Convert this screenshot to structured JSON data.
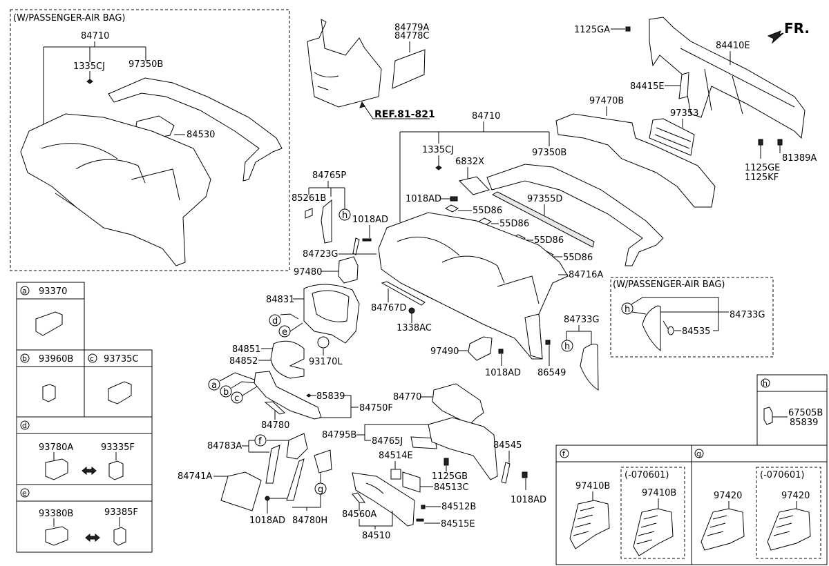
{
  "title": "Crash Pad / Instrument Panel Parts Diagram",
  "orientation_label": "FR.",
  "reference_label": "REF.81-821",
  "groups": {
    "passenger_airbag_top": {
      "caption": "(W/PASSENGER-AIR BAG)",
      "labels": [
        "84710",
        "1335CJ",
        "97350B",
        "84530"
      ]
    },
    "passenger_airbag_right": {
      "caption": "(W/PASSENGER-AIR BAG)",
      "labels": [
        "84733G",
        "84535"
      ],
      "callout": "h"
    }
  },
  "labels": {
    "l84779A": "84779A",
    "l84778C": "84778C",
    "l84710": "84710",
    "l1335CJ": "1335CJ",
    "l97350B": "97350B",
    "l6832X": "6832X",
    "l1018AD_a": "1018AD",
    "l55D86_1": "55D86",
    "l55D86_2": "55D86",
    "l55D86_3": "55D86",
    "l55D86_4": "55D86",
    "l97355D": "97355D",
    "l84716A": "84716A",
    "l84765P": "84765P",
    "l85261B": "85261B",
    "l1018AD_b": "1018AD",
    "l84723G": "84723G",
    "l97480": "97480",
    "l84767D": "84767D",
    "l1338AC": "1338AC",
    "l84831": "84831",
    "l93170L": "93170L",
    "l84851": "84851",
    "l84852": "84852",
    "l85839": "85839",
    "l84750F": "84750F",
    "l84780": "84780",
    "l84783A": "84783A",
    "l84741A": "84741A",
    "l1018AD_c": "1018AD",
    "l84780H": "84780H",
    "l84770": "84770",
    "l84795B": "84795B",
    "l84765J": "84765J",
    "l84545": "84545",
    "l84514E": "84514E",
    "l1125GB": "1125GB",
    "l84513C": "84513C",
    "l84512B": "84512B",
    "l84560A": "84560A",
    "l84515E": "84515E",
    "l84510": "84510",
    "l1018AD_d": "1018AD",
    "l97490": "97490",
    "l1018AD_e": "1018AD",
    "l86549": "86549",
    "l84733G": "84733G",
    "l1125GA": "1125GA",
    "l84410E": "84410E",
    "l84415E": "84415E",
    "l97470B": "97470B",
    "l97353": "97353",
    "l81389A": "81389A",
    "l1125GE": "1125GE",
    "l1125KF": "1125KF"
  },
  "callouts": [
    "a",
    "b",
    "c",
    "d",
    "e",
    "f",
    "g",
    "h"
  ],
  "legend_boxes": {
    "a": {
      "letter": "a",
      "parts": [
        "93370"
      ]
    },
    "b": {
      "letter": "b",
      "parts": [
        "93960B"
      ]
    },
    "c": {
      "letter": "c",
      "parts": [
        "93735C"
      ]
    },
    "d": {
      "letter": "d",
      "parts": [
        "93780A",
        "93335F"
      ],
      "interchangeable": true
    },
    "e": {
      "letter": "e",
      "parts": [
        "93380B",
        "93385F"
      ],
      "interchangeable": true
    },
    "f": {
      "letter": "f",
      "parts": [
        "97410B"
      ],
      "variant_caption": "(-070601)",
      "variant_parts": [
        "97410B"
      ]
    },
    "g": {
      "letter": "g",
      "parts": [
        "97420"
      ],
      "variant_caption": "(-070601)",
      "variant_parts": [
        "97420"
      ]
    },
    "h": {
      "letter": "h",
      "parts": [
        "67505B",
        "85839"
      ]
    }
  }
}
